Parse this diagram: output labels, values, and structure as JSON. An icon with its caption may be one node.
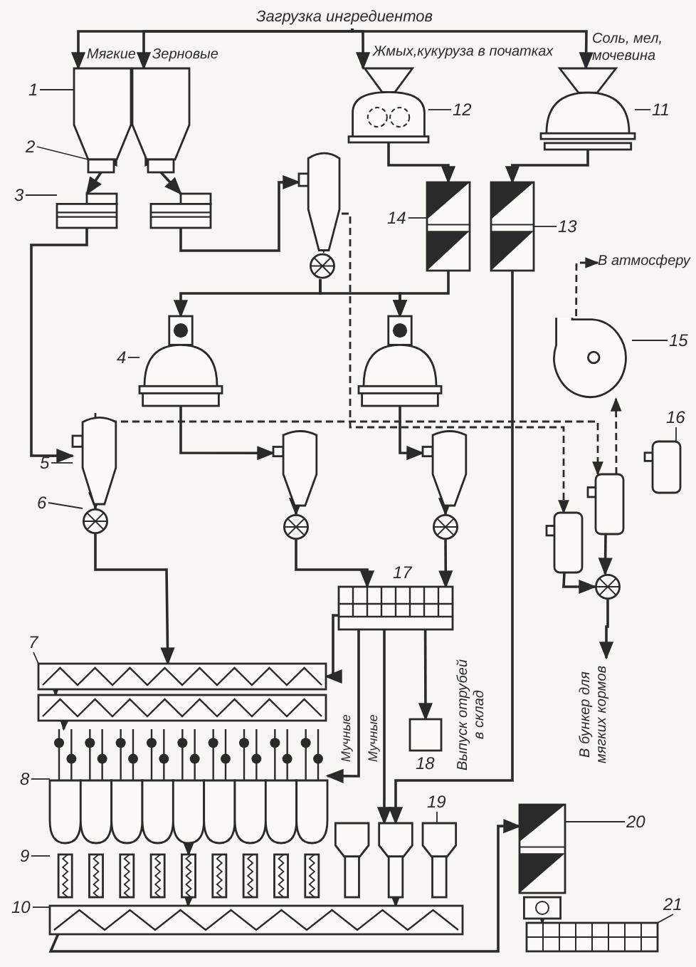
{
  "diagram": {
    "nodes": [
      {
        "text": [],
        "shape": "silo"
      },
      {
        "text": [],
        "shape": "silo"
      },
      {
        "text": [],
        "shape": "feeder"
      },
      {
        "text": [],
        "shape": "feeder"
      },
      {
        "text": [],
        "shape": "scale"
      },
      {
        "text": [],
        "shape": "scale"
      },
      {
        "text": [],
        "shape": "crusher"
      },
      {
        "text": [],
        "shape": "mixer"
      },
      {
        "text": [],
        "shape": "aspirator"
      },
      {
        "text": [],
        "shape": "separator"
      },
      {
        "text": [],
        "shape": "separator"
      },
      {
        "text": [],
        "shape": "mill"
      },
      {
        "text": [],
        "shape": "mill"
      },
      {
        "text": [],
        "shape": "cyclone"
      },
      {
        "text": [],
        "shape": "cyclone"
      },
      {
        "text": [],
        "shape": "cyclone"
      },
      {
        "text": [],
        "shape": "valve"
      },
      {
        "text": [],
        "shape": "valve"
      },
      {
        "text": [],
        "shape": "valve"
      },
      {
        "text": [],
        "shape": "fan"
      },
      {
        "text": [],
        "shape": "filter"
      },
      {
        "text": [],
        "shape": "filter"
      },
      {
        "text": [],
        "shape": "filter"
      },
      {
        "text": [],
        "shape": "valve"
      },
      {
        "text": [],
        "shape": "sifter"
      },
      {
        "text": [],
        "shape": "box"
      },
      {
        "text": [],
        "shape": "conveyor"
      },
      {
        "text": [],
        "shape": "conveyor"
      },
      {
        "text": [],
        "shape": "bins"
      },
      {
        "text": [],
        "shape": "dosers"
      },
      {
        "text": [],
        "shape": "conveyor"
      },
      {
        "text": [],
        "shape": "dispensers"
      },
      {
        "text": [],
        "shape": "separator"
      },
      {
        "text": [],
        "shape": "bunker"
      },
      {
        "text": [
          "1"
        ]
      },
      {
        "text": [
          "2"
        ]
      },
      {
        "text": [
          "3"
        ]
      },
      {
        "text": [
          "4"
        ]
      },
      {
        "text": [
          "5"
        ]
      },
      {
        "text": [
          "6"
        ]
      },
      {
        "text": [
          "7"
        ]
      },
      {
        "text": [
          "8"
        ]
      },
      {
        "text": [
          "9"
        ]
      },
      {
        "text": [
          "10"
        ]
      },
      {
        "text": [
          "11"
        ]
      },
      {
        "text": [
          "12"
        ]
      },
      {
        "text": [
          "13"
        ]
      },
      {
        "text": [
          "14"
        ]
      },
      {
        "text": [
          "15"
        ]
      },
      {
        "text": [
          "16"
        ]
      },
      {
        "text": [
          "19"
        ]
      },
      {
        "text": [
          "20"
        ]
      },
      {
        "text": [
          "21"
        ]
      },
      {
        "text": [
          "Загрузка ингредиентов"
        ]
      },
      {
        "text": [
          "В атмосферу"
        ]
      },
      {
        "text": [
          "В бункер для мягких кормов"
        ]
      }
    ],
    "edges": [
      {
        "from": 53,
        "to": 0,
        "arrow": "to"
      },
      {
        "from": 53,
        "to": 1,
        "arrow": "to"
      },
      {
        "from": 53,
        "to": 6,
        "arrow": "to"
      },
      {
        "from": 53,
        "to": 7,
        "arrow": "to"
      },
      {
        "from": 0,
        "to": 2,
        "arrow": "to"
      },
      {
        "from": 1,
        "to": 3,
        "arrow": "to"
      },
      {
        "from": 2,
        "to": 4,
        "arrow": "to"
      },
      {
        "from": 3,
        "to": 5,
        "arrow": "to"
      },
      {
        "from": 4,
        "to": 13,
        "arrow": "to"
      },
      {
        "from": 5,
        "to": 8,
        "arrow": "to"
      },
      {
        "from": 8,
        "to": 11,
        "arrow": "to"
      },
      {
        "from": 8,
        "to": 12,
        "arrow": "to"
      },
      {
        "from": 6,
        "to": 9,
        "arrow": "to"
      },
      {
        "from": 7,
        "to": 10,
        "arrow": "to"
      },
      {
        "from": 9,
        "to": 12,
        "arrow": "to"
      },
      {
        "from": 10,
        "to": 31,
        "arrow": "to"
      },
      {
        "from": 11,
        "to": 14,
        "arrow": "to"
      },
      {
        "from": 12,
        "to": 15,
        "arrow": "to"
      },
      {
        "from": 13,
        "to": 16,
        "arrow": "to"
      },
      {
        "from": 14,
        "to": 17,
        "arrow": "to"
      },
      {
        "from": 15,
        "to": 18,
        "arrow": "to"
      },
      {
        "from": 16,
        "to": 26,
        "arrow": "to"
      },
      {
        "from": 17,
        "to": 24,
        "arrow": "to"
      },
      {
        "from": 18,
        "to": 24,
        "arrow": "to"
      },
      {
        "from": 24,
        "to": 26,
        "arrow": "to"
      },
      {
        "from": 24,
        "to": 25,
        "arrow": "to"
      },
      {
        "from": 24,
        "to": 28,
        "arrow": "to"
      },
      {
        "from": 24,
        "to": 31,
        "arrow": "to"
      },
      {
        "from": 26,
        "to": 27,
        "arrow": "to"
      },
      {
        "from": 27,
        "to": 28,
        "arrow": "to"
      },
      {
        "from": 28,
        "to": 29,
        "arrow": "to"
      },
      {
        "from": 29,
        "to": 30,
        "arrow": "to"
      },
      {
        "from": 31,
        "to": 30,
        "arrow": "to"
      },
      {
        "from": 30,
        "to": 32,
        "arrow": "to"
      },
      {
        "from": 32,
        "to": 33,
        "arrow": "to"
      },
      {
        "from": 13,
        "to": 21,
        "arrow": "to",
        "style": "dashed"
      },
      {
        "from": 8,
        "to": 22,
        "arrow": "to",
        "style": "dashed"
      },
      {
        "from": 21,
        "to": 19,
        "arrow": "to",
        "style": "dashed"
      },
      {
        "from": 19,
        "to": 54,
        "arrow": "to",
        "style": "dashed"
      },
      {
        "from": 22,
        "to": 23,
        "arrow": "to"
      },
      {
        "from": 21,
        "to": 23,
        "arrow": "to"
      },
      {
        "from": 23,
        "to": 55,
        "arrow": "to"
      },
      {
        "from": 34,
        "to": 0,
        "arrow": "none"
      },
      {
        "from": 35,
        "to": 2,
        "arrow": "none"
      },
      {
        "from": 36,
        "to": 4,
        "arrow": "none"
      },
      {
        "from": 37,
        "to": 11,
        "arrow": "none"
      },
      {
        "from": 38,
        "to": 13,
        "arrow": "none"
      },
      {
        "from": 39,
        "to": 16,
        "arrow": "none"
      },
      {
        "from": 40,
        "to": 26,
        "arrow": "none"
      },
      {
        "from": 41,
        "to": 28,
        "arrow": "none"
      },
      {
        "from": 42,
        "to": 29,
        "arrow": "none"
      },
      {
        "from": 43,
        "to": 30,
        "arrow": "none"
      },
      {
        "from": 44,
        "to": 7,
        "arrow": "none"
      },
      {
        "from": 45,
        "to": 6,
        "arrow": "none"
      },
      {
        "from": 46,
        "to": 10,
        "arrow": "none"
      },
      {
        "from": 47,
        "to": 9,
        "arrow": "none"
      },
      {
        "from": 48,
        "to": 19,
        "arrow": "none"
      },
      {
        "from": 49,
        "to": 20,
        "arrow": "none"
      },
      {
        "from": 50,
        "to": 31,
        "arrow": "none"
      },
      {
        "from": 51,
        "to": 32,
        "arrow": "none"
      },
      {
        "from": 52,
        "to": 33,
        "arrow": "none"
      }
    ],
    "labels": [
      "Мягкие",
      "Зерновые",
      "Жмых,кукуруза в початках",
      "Соль, мел, мочевина",
      "17",
      "18",
      "Мучные",
      "Мучные",
      "Выпуск отрубей в склад"
    ]
  }
}
